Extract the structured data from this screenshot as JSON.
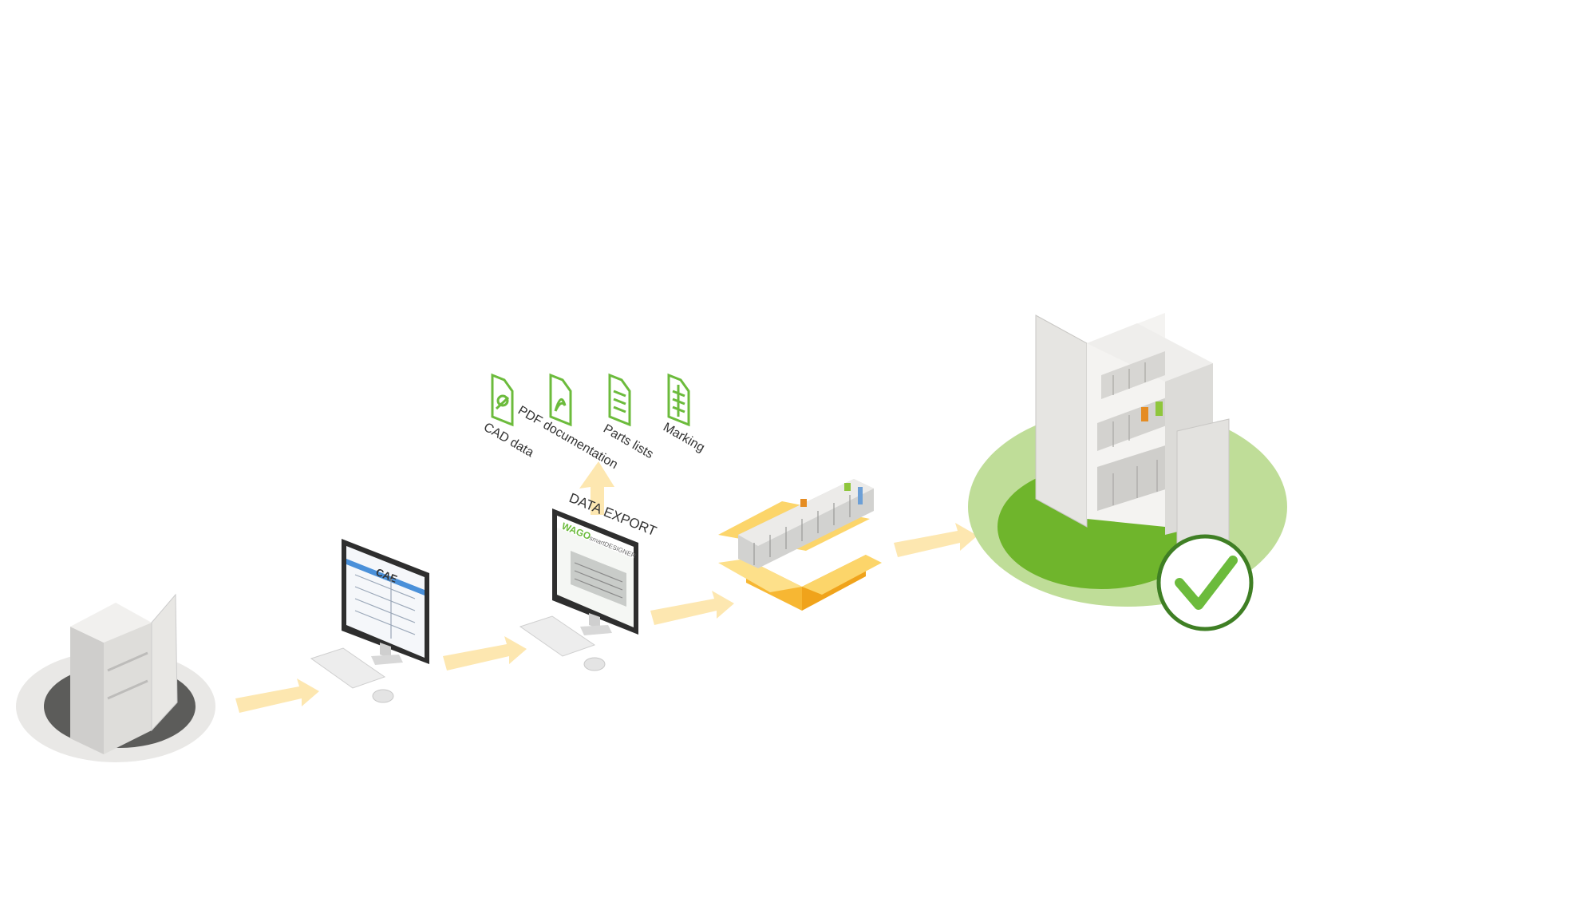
{
  "colors": {
    "arrow": "#fde7b0",
    "green_icon": "#6cbb3c",
    "green_dark": "#3f7f24",
    "green_disc": "#6fb52c",
    "green_halo": "#bfdd98",
    "box_orange": "#f7b733",
    "box_light": "#fcd56a",
    "cabinet": "#e4e3e1",
    "floor_dark": "#5c5c5a",
    "floor_light": "#e9e8e6"
  },
  "icons": {
    "cad": "cad-document-icon",
    "pdf": "pdf-document-icon",
    "parts": "list-document-icon",
    "marking": "grid-document-icon",
    "check": "checkmark-icon"
  },
  "labels": {
    "cae_screen": "CAE",
    "data_export": "DATA EXPORT",
    "cad_data": "CAD data",
    "pdf_documentation": "PDF documentation",
    "parts_lists": "Parts lists",
    "marking": "Marking",
    "brand": "WAGO",
    "software": "smartDESIGNER"
  }
}
